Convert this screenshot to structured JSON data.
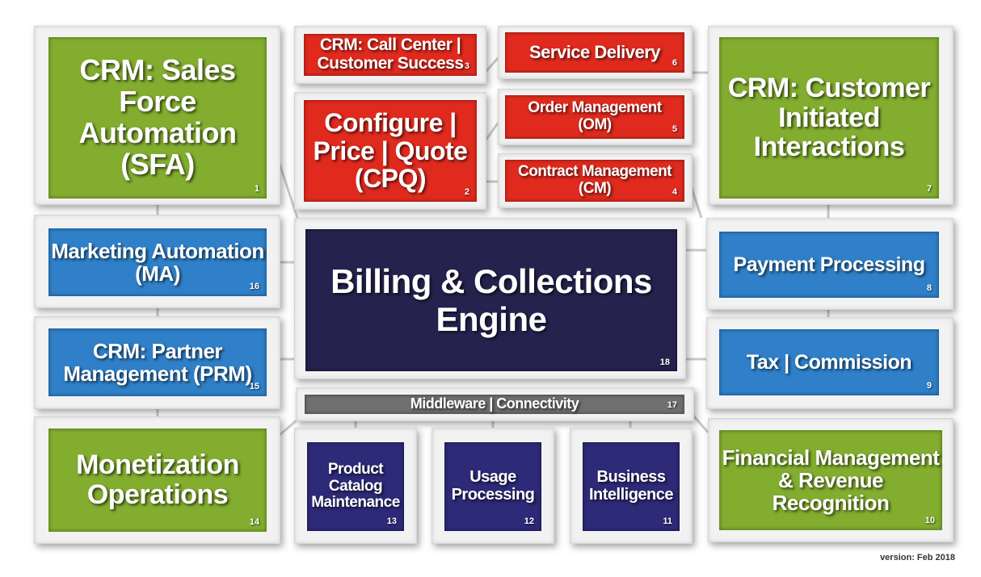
{
  "modules": [
    {
      "id": "sfa",
      "label": "CRM: Sales Force\nAutomation (SFA)",
      "num": "1",
      "color": "green"
    },
    {
      "id": "cpq",
      "label": "Configure |\nPrice | Quote\n(CPQ)",
      "num": "2",
      "color": "red"
    },
    {
      "id": "call-center",
      "label": "CRM: Call Center |\nCustomer Success",
      "num": "3",
      "color": "red"
    },
    {
      "id": "contract-mgmt",
      "label": "Contract Management\n(CM)",
      "num": "4",
      "color": "red"
    },
    {
      "id": "order-mgmt",
      "label": "Order Management\n(OM)",
      "num": "5",
      "color": "red"
    },
    {
      "id": "service-delivery",
      "label": "Service Delivery",
      "num": "6",
      "color": "red"
    },
    {
      "id": "customer-interactions",
      "label": "CRM: Customer\nInitiated\nInteractions",
      "num": "7",
      "color": "green"
    },
    {
      "id": "payment-processing",
      "label": "Payment Processing",
      "num": "8",
      "color": "blue"
    },
    {
      "id": "tax-commission",
      "label": "Tax | Commission",
      "num": "9",
      "color": "blue"
    },
    {
      "id": "financial-mgmt",
      "label": "Financial Management\n& Revenue Recognition",
      "num": "10",
      "color": "green"
    },
    {
      "id": "business-intelligence",
      "label": "Business\nIntelligence",
      "num": "11",
      "color": "purple"
    },
    {
      "id": "usage-processing",
      "label": "Usage\nProcessing",
      "num": "12",
      "color": "purple"
    },
    {
      "id": "product-catalog",
      "label": "Product\nCatalog\nMaintenance",
      "num": "13",
      "color": "purple"
    },
    {
      "id": "monetization-ops",
      "label": "Monetization\nOperations",
      "num": "14",
      "color": "green"
    },
    {
      "id": "partner-mgmt",
      "label": "CRM: Partner\nManagement (PRM)",
      "num": "15",
      "color": "blue"
    },
    {
      "id": "marketing-automation",
      "label": "Marketing Automation\n(MA)",
      "num": "16",
      "color": "blue"
    },
    {
      "id": "middleware",
      "label": "Middleware | Connectivity",
      "num": "17",
      "color": "gray"
    },
    {
      "id": "billing-engine",
      "label": "Billing & Collections\nEngine",
      "num": "18",
      "color": "navy"
    }
  ],
  "colors": {
    "green": "#82ad2f",
    "red": "#e02a1e",
    "blue": "#2f80c8",
    "purple": "#2d2a78",
    "navy": "#25224e",
    "gray": "#707070"
  },
  "version": "version: Feb 2018"
}
